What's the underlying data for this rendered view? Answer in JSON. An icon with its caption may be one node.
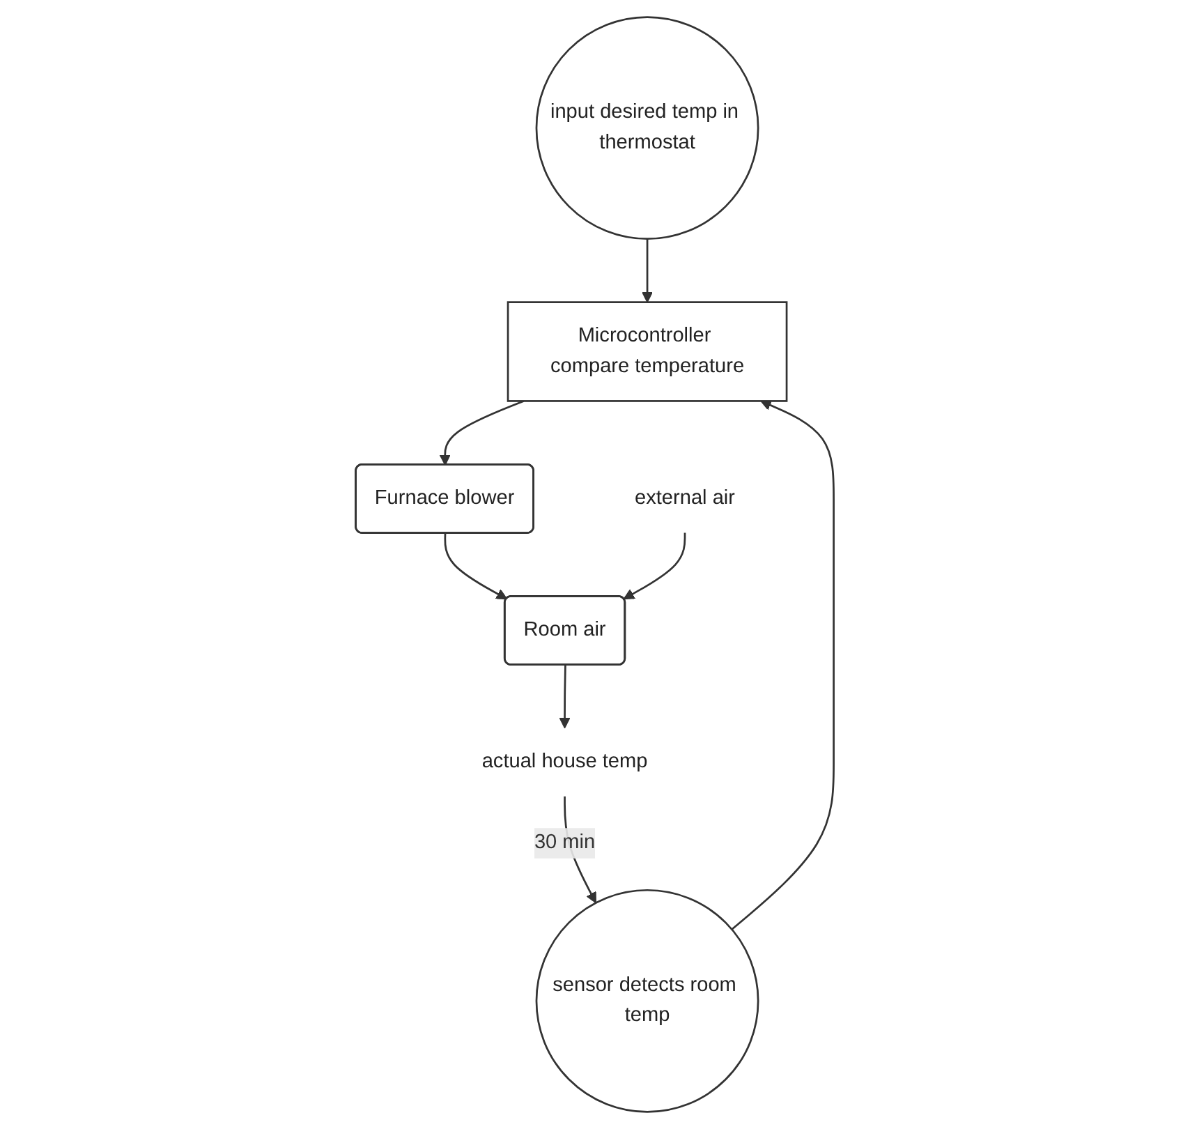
{
  "diagram": {
    "nodes": [
      {
        "text": [
          "input desired temp in thermostat"
        ]
      },
      {
        "text": [
          "sensor detects room temp"
        ]
      },
      {
        "text": [
          "Microcontroller compare temperature"
        ]
      },
      {
        "text": [
          "Furnace blower"
        ]
      },
      {
        "text": [
          "external air"
        ]
      },
      {
        "text": [
          "Room air"
        ]
      },
      {
        "text": [
          "actual house temp"
        ]
      }
    ],
    "edges": [
      {
        "from": 0,
        "to": 2,
        "arrow": "to"
      },
      {
        "from": 1,
        "to": 2,
        "arrow": "to"
      },
      {
        "from": 2,
        "to": 3,
        "arrow": "to"
      },
      {
        "from": 3,
        "to": 5,
        "arrow": "to"
      },
      {
        "from": 4,
        "to": 5,
        "arrow": "to"
      },
      {
        "from": 5,
        "to": 6,
        "arrow": "to"
      },
      {
        "from": 6,
        "to": 1,
        "arrow": "to",
        "label": "30 min"
      }
    ]
  }
}
